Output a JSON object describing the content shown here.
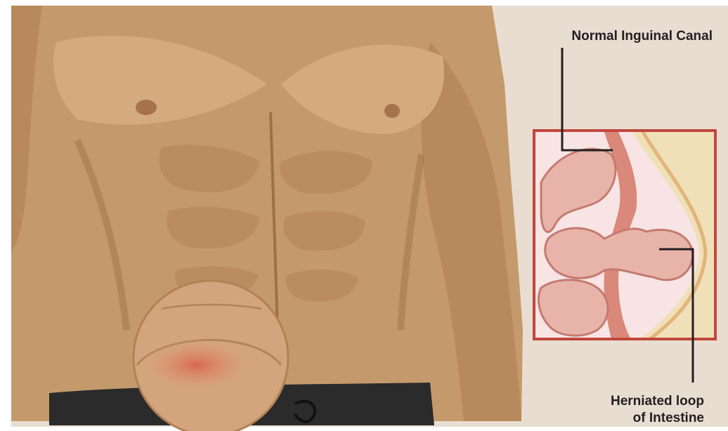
{
  "labels": {
    "normal_canal": "Normal Inguinal Canal",
    "herniated_line1": "Herniated loop",
    "herniated_line2": "of Intestine"
  },
  "colors": {
    "background": "#e9ddd2",
    "skin": "#c49a6c",
    "skin_shadow": "#a57a52",
    "skin_highlight": "#d8b48a",
    "inflammation": "#d9644e",
    "inset_border": "#c0473c",
    "intestine": "#e8b4aa",
    "muscle": "#d9887a",
    "fat": "#f0e0b8",
    "waistband": "#2b2b2b",
    "leader_line": "#231f20"
  }
}
